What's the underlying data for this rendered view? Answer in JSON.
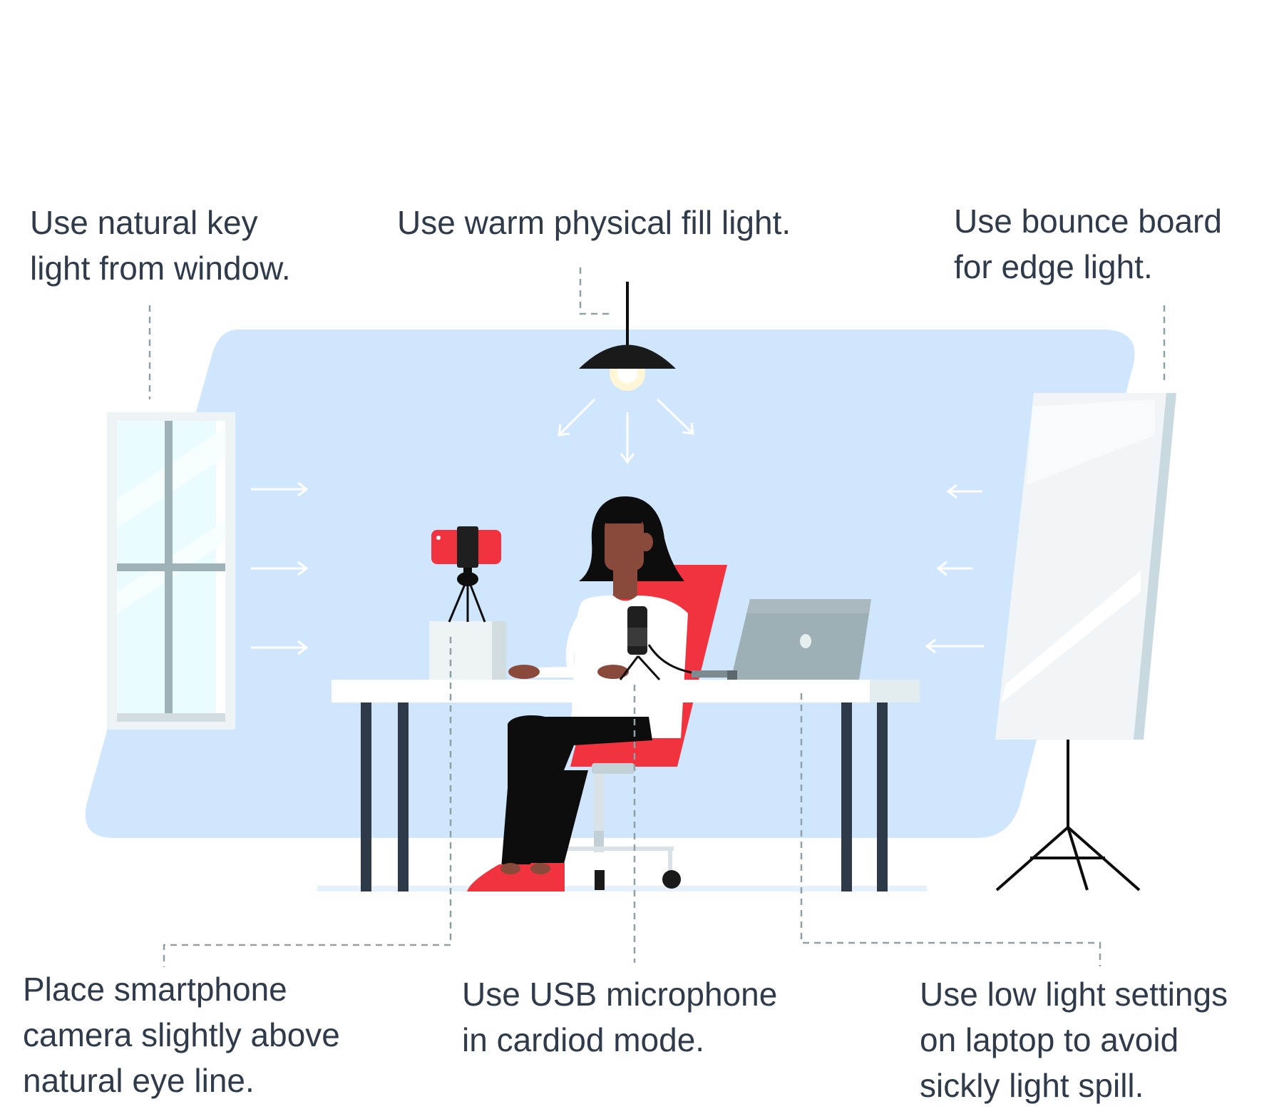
{
  "captions": {
    "window_light": [
      "Use natural key",
      "light from window."
    ],
    "fill_light": [
      "Use warm physical fill light."
    ],
    "bounce_board": [
      "Use bounce board",
      "for edge light."
    ],
    "smartphone": [
      "Place smartphone",
      "camera slightly above",
      "natural eye line."
    ],
    "microphone": [
      "Use USB microphone",
      "in cardiod mode."
    ],
    "laptop": [
      "Use low light settings",
      "on laptop to avoid",
      "sickly light spill."
    ]
  },
  "colors": {
    "wall": "#cfe6fc",
    "text": "#2f3b4a",
    "accent_red": "#f0333f",
    "desk": "#ffffff",
    "desk_legs": "#2e3a47",
    "laptop": "#9eb0b5",
    "leader_line": "#8fa0a6",
    "skin": "#8a4a3b",
    "hair": "#0d0d0d"
  }
}
